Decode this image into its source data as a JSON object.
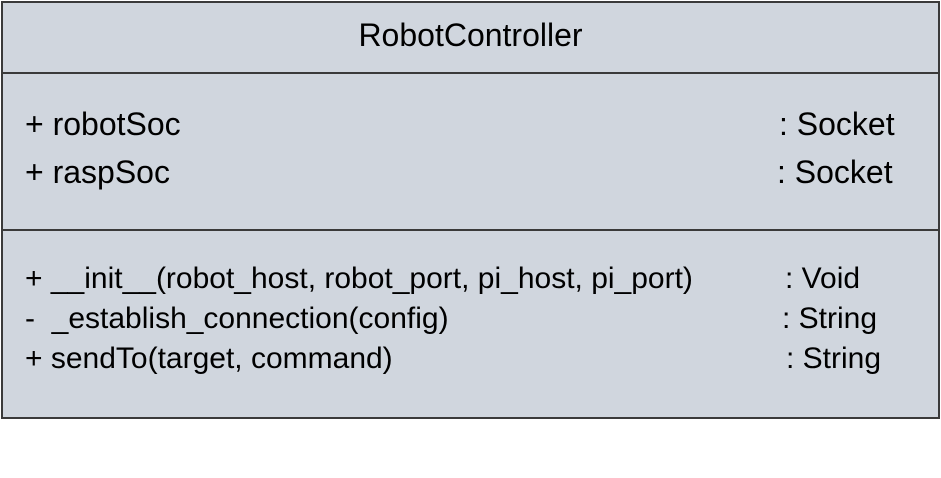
{
  "class": {
    "name": "RobotController",
    "attributes": [
      {
        "signature": "+ robotSoc",
        "type": ": Socket"
      },
      {
        "signature": "+ raspSoc",
        "type": ": Socket"
      }
    ],
    "methods": [
      {
        "signature": "+ __init__(robot_host, robot_port, pi_host, pi_port)",
        "type": ": Void"
      },
      {
        "signature": "-  _establish_connection(config)",
        "type": ": String"
      },
      {
        "signature": "+ sendTo(target, command)",
        "type": ": String"
      }
    ]
  },
  "colors": {
    "fill": "#d0d6de",
    "stroke": "#3a3a3a",
    "text": "#000000"
  }
}
